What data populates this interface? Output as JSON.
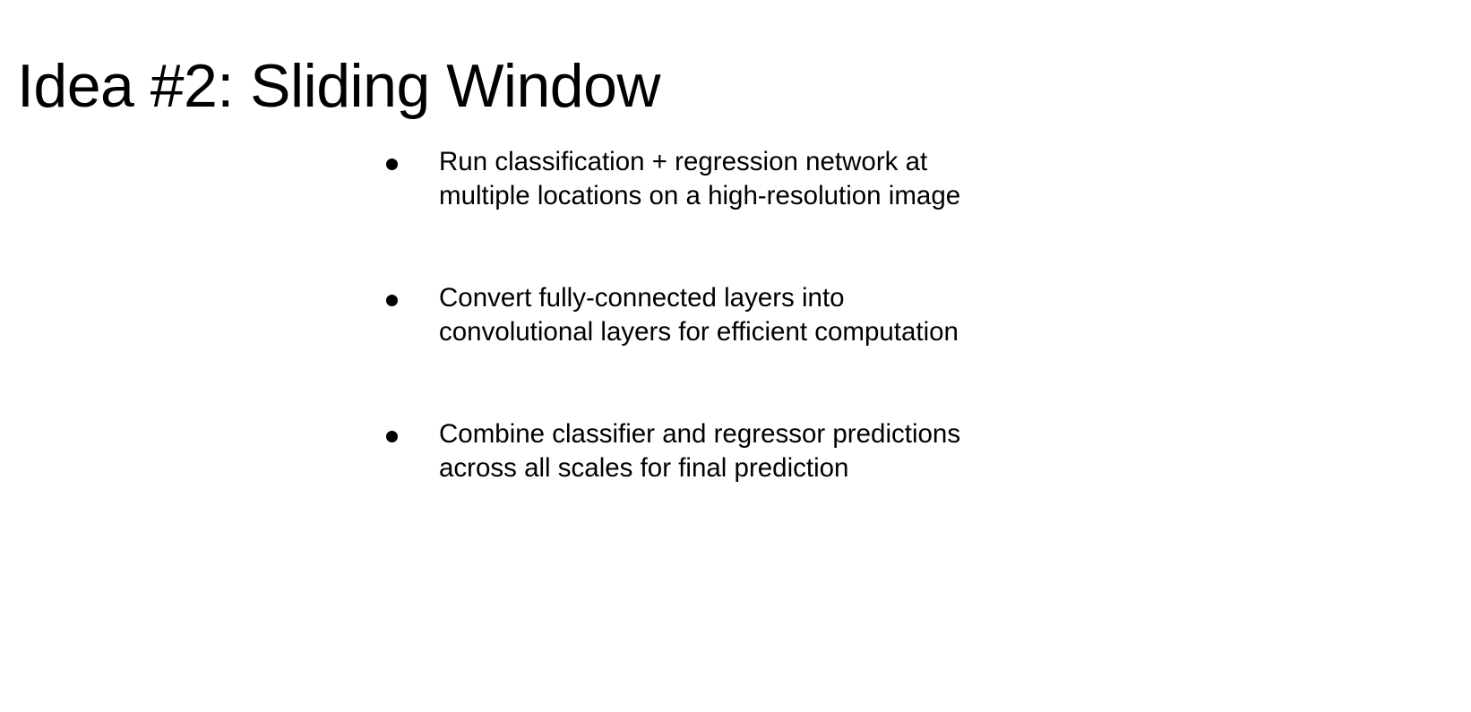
{
  "slide": {
    "title": "Idea #2: Sliding Window",
    "background_color": "#ffffff",
    "text_color": "#000000",
    "bullets": [
      {
        "marker": "bullet-dot",
        "text": "Run classification + regression network at multiple locations on a high-resolution image",
        "lines": [
          "Run classification + regression network",
          "at multiple locations on a high-",
          "resolution image"
        ]
      },
      {
        "marker": "bullet-dot",
        "text": "Convert fully-connected layers into convolutional layers for efficient computation",
        "lines": [
          "Convert fully-connected layers into",
          "convolutional layers for efficient",
          "computation"
        ]
      },
      {
        "marker": "bullet-dot",
        "text": "Combine classifier and regressor predictions across all scales for final prediction",
        "lines": [
          "Combine classifier and",
          "regressor predictions across all scales",
          "for final prediction"
        ]
      }
    ]
  }
}
